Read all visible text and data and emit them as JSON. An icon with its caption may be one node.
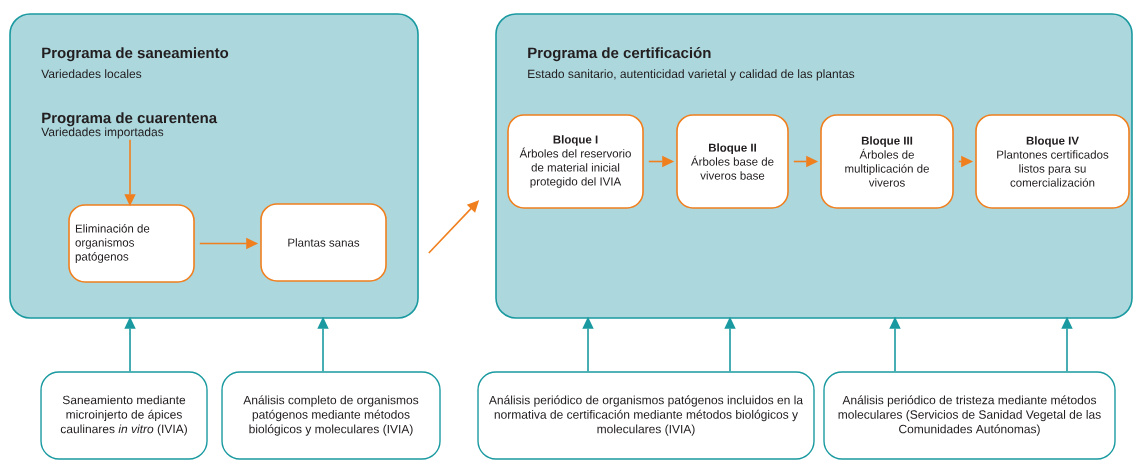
{
  "diagram": {
    "nodes": [
      {
        "text": [
          "Programa de saneamiento",
          "Variedades locales"
        ]
      },
      {
        "text": [
          "Programa de cuarentena",
          "Variedades importadas"
        ],
        "in": 0
      },
      {
        "text": [
          "Eliminación de organismos patógenos"
        ],
        "in": 0
      },
      {
        "text": [
          "Plantas sanas"
        ],
        "in": 0
      },
      {
        "text": [
          "Programa de certificación",
          "Estado sanitario, autenticidad varietal y calidad de las plantas"
        ]
      },
      {
        "text": [
          "Bloque I",
          "Árboles del reservorio de material inicial protegido del IVIA"
        ],
        "in": 4
      },
      {
        "text": [
          "Bloque II",
          "Árboles base de viveros base"
        ],
        "in": 4
      },
      {
        "text": [
          "Bloque III",
          "Árboles de multiplicación de viveros"
        ],
        "in": 4
      },
      {
        "text": [
          "Bloque IV",
          "Plantones certificados listos para su comercialización"
        ],
        "in": 4
      },
      {
        "text": [
          "Saneamiento mediante microinjerto de ápices caulinares *in vitro* (IVIA)"
        ]
      },
      {
        "text": [
          "Análisis completo de organismos patógenos mediante métodos biológicos y moleculares (IVIA)"
        ]
      },
      {
        "text": [
          "Análisis periódico de organismos patógenos incluidos en la normativa de certificación mediante métodos biológicos y moleculares (IVIA)"
        ]
      },
      {
        "text": [
          "Análisis periódico de tristeza mediante métodos moleculares (Servicios de Sanidad Vegetal de las Comunidades Autónomas)"
        ]
      }
    ],
    "edges": [
      {
        "from": 1,
        "to": 2,
        "arrow": "to",
        "color": "#f07f1e"
      },
      {
        "from": 2,
        "to": 3,
        "arrow": "to",
        "color": "#f07f1e"
      },
      {
        "from": 0,
        "to": 4,
        "arrow": "to",
        "color": "#f07f1e"
      },
      {
        "from": 5,
        "to": 6,
        "arrow": "to",
        "color": "#f07f1e"
      },
      {
        "from": 6,
        "to": 7,
        "arrow": "to",
        "color": "#f07f1e"
      },
      {
        "from": 7,
        "to": 8,
        "arrow": "to",
        "color": "#f07f1e"
      },
      {
        "from": 9,
        "to": 0,
        "arrow": "to",
        "color": "#1a9aa0"
      },
      {
        "from": 10,
        "to": 0,
        "arrow": "to",
        "color": "#1a9aa0"
      },
      {
        "from": 11,
        "to": 4,
        "arrow": "to",
        "color": "#1a9aa0"
      },
      {
        "from": 11,
        "to": 4,
        "arrow": "to",
        "color": "#1a9aa0"
      },
      {
        "from": 12,
        "to": 4,
        "arrow": "to",
        "color": "#1a9aa0"
      },
      {
        "from": 12,
        "to": 4,
        "arrow": "to",
        "color": "#1a9aa0"
      }
    ]
  }
}
